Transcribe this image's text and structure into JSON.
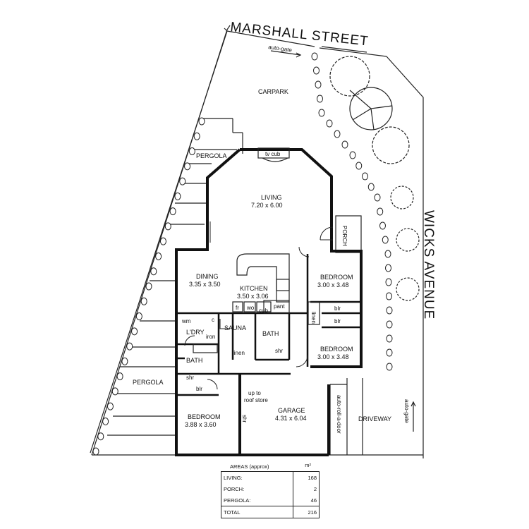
{
  "streets": {
    "north": "MARSHALL STREET",
    "east": "WICKS AVENUE"
  },
  "site": {
    "carpark": "CARPARK",
    "driveway": "DRIVEWAY",
    "auto_gate_north": "auto-gate",
    "auto_gate_east": "auto-gate",
    "pergola_north": "PERGOLA",
    "pergola_west": "PERGOLA",
    "porch": "PORCH"
  },
  "rooms": {
    "living": {
      "name": "LIVING",
      "size": "7.20 x 6.00"
    },
    "dining": {
      "name": "DINING",
      "size": "3.35 x 3.50"
    },
    "kitchen": {
      "name": "KITCHEN",
      "size": "3.50 x 3.06"
    },
    "bedroom_ne": {
      "name": "BEDROOM",
      "size": "3.00 x 3.48"
    },
    "bedroom_e": {
      "name": "BEDROOM",
      "size": "3.00 x 3.48"
    },
    "bedroom_sw": {
      "name": "BEDROOM",
      "size": "3.88 x 3.60"
    },
    "garage": {
      "name": "GARAGE",
      "size": "4.31 x 6.04"
    },
    "laundry": "L'DRY",
    "sauna": "SAUNA",
    "bath_1": "BATH",
    "bath_2": "BATH"
  },
  "fixtures": {
    "tv_cub": "tv cub",
    "fr": "fr",
    "wo": "wo",
    "cub": "cub",
    "pant": "pant",
    "wm": "wm",
    "c": "c",
    "iron": "iron",
    "linen_1": "linen",
    "linen_2": "linen",
    "shr_1": "shr",
    "shr_2": "shr",
    "shr_3": "shr",
    "blr_1": "blr",
    "blr_2": "blr",
    "blr_3": "blr",
    "up_to": "up to",
    "roof_store": "roof store",
    "roll_door": "auto-roll-a-door"
  },
  "areas": {
    "title": "AREAS (approx)",
    "unit": "m²",
    "rows": [
      {
        "label": "LIVING:",
        "value": "168"
      },
      {
        "label": "PORCH:",
        "value": "2"
      },
      {
        "label": "PERGOLA:",
        "value": "46"
      }
    ],
    "total_label": "TOTAL",
    "total_value": "216"
  }
}
